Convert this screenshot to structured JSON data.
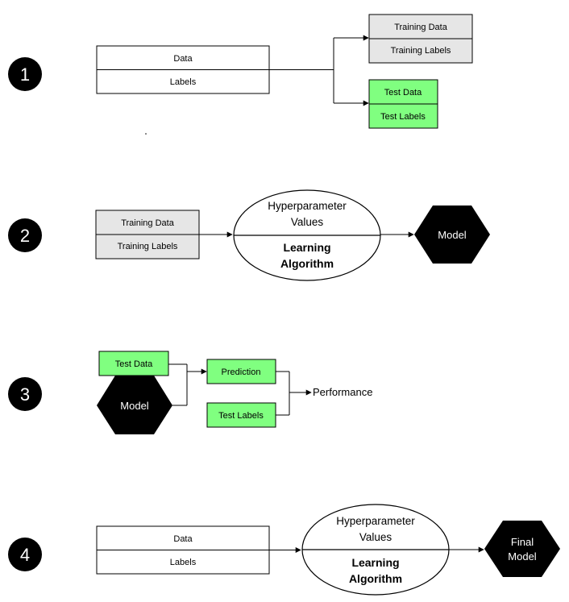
{
  "colors": {
    "gray_fill": "#e6e6e6",
    "green_fill": "#80ff80",
    "black": "#000000",
    "white": "#ffffff"
  },
  "steps": [
    {
      "number": "1",
      "data_box": {
        "top": "Data",
        "bottom": "Labels"
      },
      "training_box": {
        "top": "Training Data",
        "bottom": "Training Labels"
      },
      "test_box": {
        "top": "Test Data",
        "bottom": "Test Labels"
      }
    },
    {
      "number": "2",
      "training_box": {
        "top": "Training Data",
        "bottom": "Training Labels"
      },
      "ellipse": {
        "top_line1": "Hyperparameter",
        "top_line2": "Values",
        "bottom_line1": "Learning",
        "bottom_line2": "Algorithm"
      },
      "output": "Model"
    },
    {
      "number": "3",
      "test_data": "Test Data",
      "model": "Model",
      "prediction": "Prediction",
      "test_labels": "Test Labels",
      "result": "Performance"
    },
    {
      "number": "4",
      "data_box": {
        "top": "Data",
        "bottom": "Labels"
      },
      "ellipse": {
        "top_line1": "Hyperparameter",
        "top_line2": "Values",
        "bottom_line1": "Learning",
        "bottom_line2": "Algorithm"
      },
      "output_line1": "Final",
      "output_line2": "Model"
    }
  ]
}
